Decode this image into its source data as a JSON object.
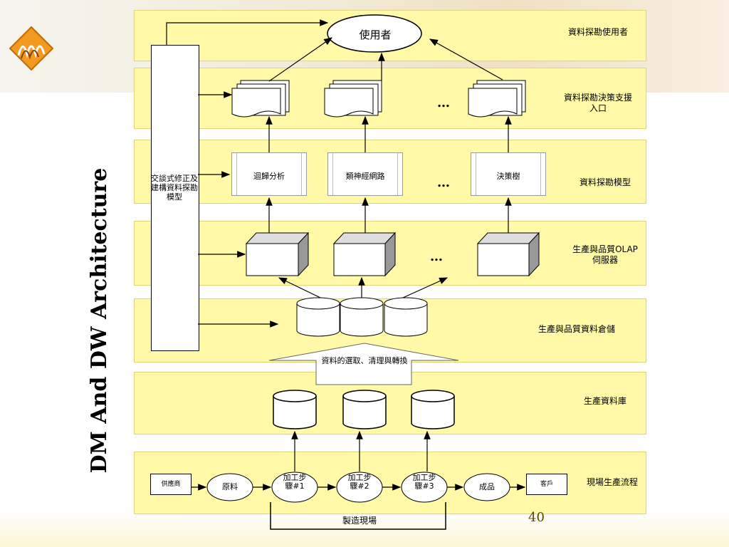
{
  "slide": {
    "title": "DM And DW Architecture",
    "page_number": "40"
  },
  "layers": [
    {
      "label": "資料探勘使用者"
    },
    {
      "label": "資料探勘決策支援入口"
    },
    {
      "label": "資料探勘模型"
    },
    {
      "label": "生產與品質OLAP伺服器"
    },
    {
      "label": "生產與品質資料倉儲"
    },
    {
      "label": "生產資料庫"
    },
    {
      "label": "現場生產流程"
    }
  ],
  "user_node": "使用者",
  "interactive_box": "交談式修正及建構資料探勘模型",
  "models": [
    "迴歸分析",
    "類神經網路",
    "決策樹"
  ],
  "ellipsis": "…",
  "etl_banner": "資料的選取、清理與轉換",
  "process": {
    "supplier": "供應商",
    "raw_material": "原料",
    "steps": [
      "加工步驟#1",
      "加工步驟#2",
      "加工步驟#3"
    ],
    "product": "成品",
    "customer": "客戶"
  },
  "factory_label": "製造現場",
  "colors": {
    "band": "#fff9a8",
    "accent": "#c8a000"
  }
}
